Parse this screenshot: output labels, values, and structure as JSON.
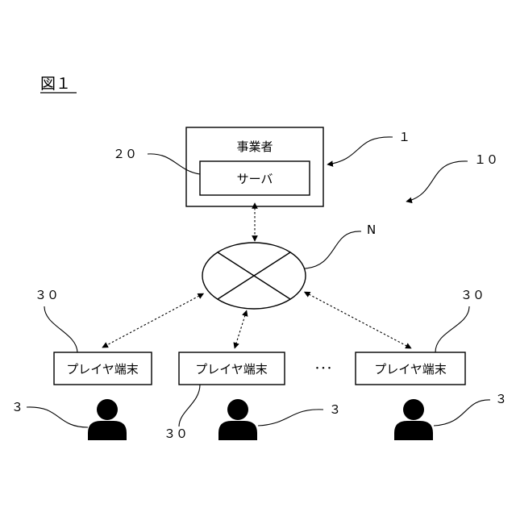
{
  "figure": {
    "title": "図１"
  },
  "operator": {
    "label": "事業者",
    "ref": "１"
  },
  "server": {
    "label": "サーバ",
    "ref": "２０"
  },
  "system": {
    "ref": "１０"
  },
  "network": {
    "ref": "N"
  },
  "players": {
    "items": [
      {
        "label": "プレイヤ端末",
        "terminal_ref": "３０",
        "user_ref": "３"
      },
      {
        "label": "プレイヤ端末",
        "terminal_ref": "３０",
        "user_ref": "３"
      },
      {
        "label": "プレイヤ端末",
        "terminal_ref": "３０",
        "user_ref": "３"
      }
    ],
    "ellipsis": "･･･"
  }
}
